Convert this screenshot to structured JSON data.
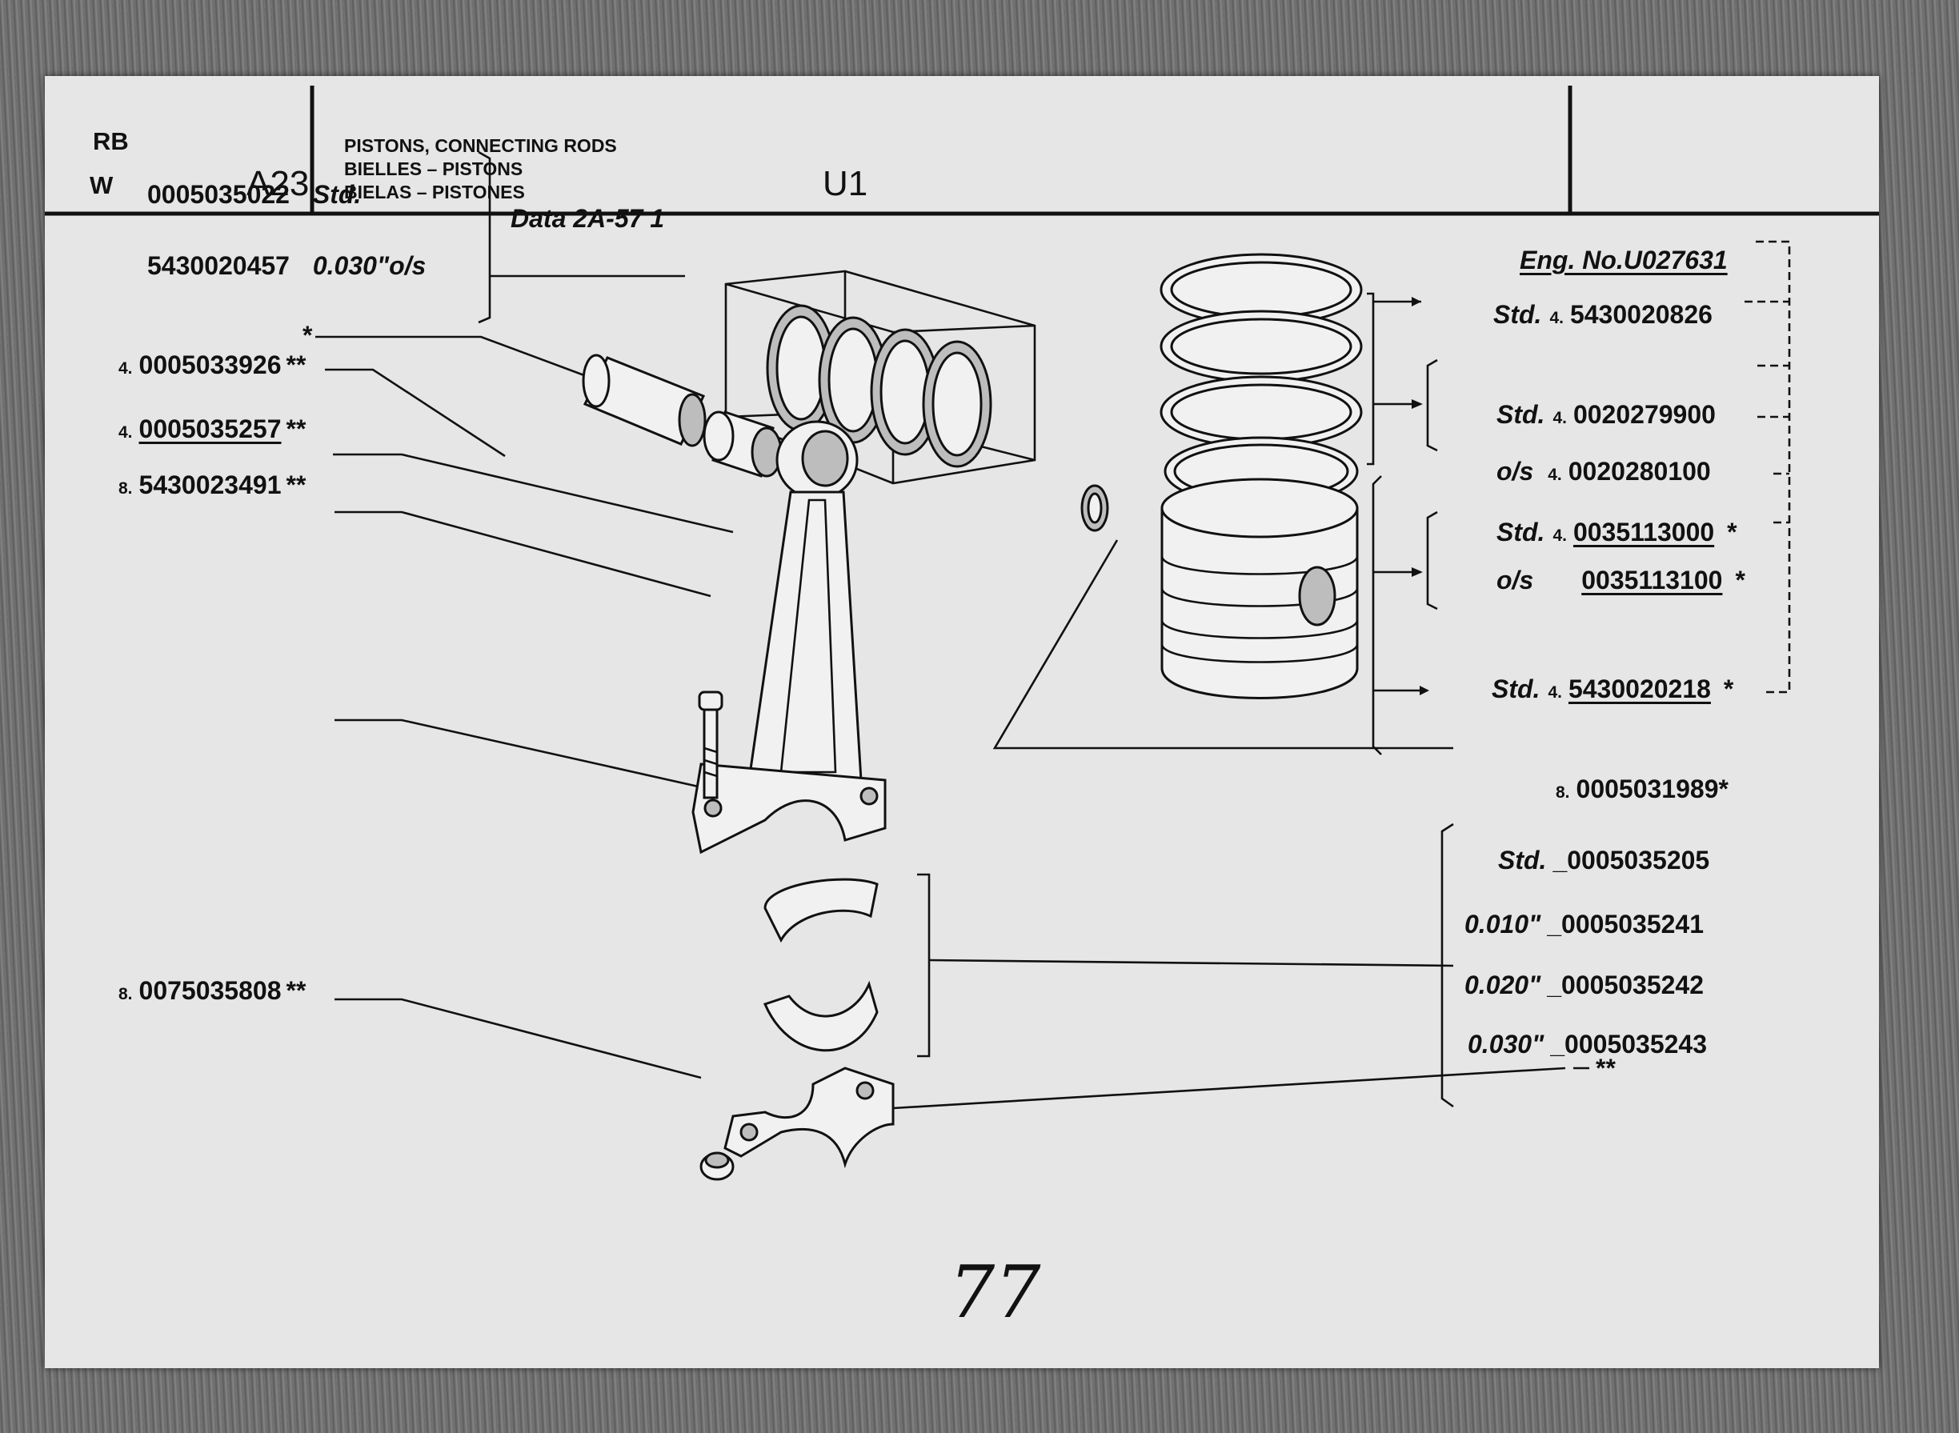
{
  "header": {
    "code_top": "RB",
    "code_bottom": "W",
    "section": "A23",
    "title_lines": [
      "PISTONS, CONNECTING RODS",
      "BIELLES – PISTONS",
      "BIELAS – PISTONES"
    ],
    "model": "U1"
  },
  "left_callouts": {
    "kit_std_pn": "0005035022",
    "kit_std_label": "Std.",
    "kit_os_pn": "5430020457",
    "kit_os_label": "0.030\"o/s",
    "data_ref": "Data 2A-57 1",
    "pin_mark": "*",
    "bush": {
      "qty": "4.",
      "pn": "0005033926",
      "mark": "**"
    },
    "rod": {
      "qty": "4.",
      "pn": "0005035257",
      "mark": "**"
    },
    "bolt": {
      "qty": "8.",
      "pn": "5430023491",
      "mark": "**"
    },
    "nut": {
      "qty": "8.",
      "pn": "0075035808",
      "mark": "**"
    }
  },
  "right_callouts": {
    "eng_no": "Eng. No.U027631",
    "ring1": {
      "label": "Std.",
      "qty": "4.",
      "pn": "5430020826"
    },
    "ring2_std": {
      "label": "Std.",
      "qty": "4.",
      "pn": "0020279900"
    },
    "ring2_os": {
      "label": "o/s",
      "qty": "4.",
      "pn": "0020280100"
    },
    "piston_std": {
      "label": "Std.",
      "qty": "4.",
      "pn": "0035113000",
      "mark": "*"
    },
    "piston_os": {
      "label": "o/s",
      "pn": "0035113100",
      "mark": "*"
    },
    "ring3": {
      "label": "Std.",
      "qty": "4.",
      "pn": "5430020218",
      "mark": "*"
    },
    "circlip": {
      "qty": "8.",
      "pn": "0005031989",
      "mark": "*"
    },
    "bearings": [
      {
        "label": "Std.",
        "pn": "0005035205"
      },
      {
        "label": "0.010\"",
        "pn": "0005035241"
      },
      {
        "label": "0.020\"",
        "pn": "0005035242"
      },
      {
        "label": "0.030\"",
        "pn": "0005035243"
      }
    ],
    "cap_mark": "**"
  },
  "page_number": "77"
}
